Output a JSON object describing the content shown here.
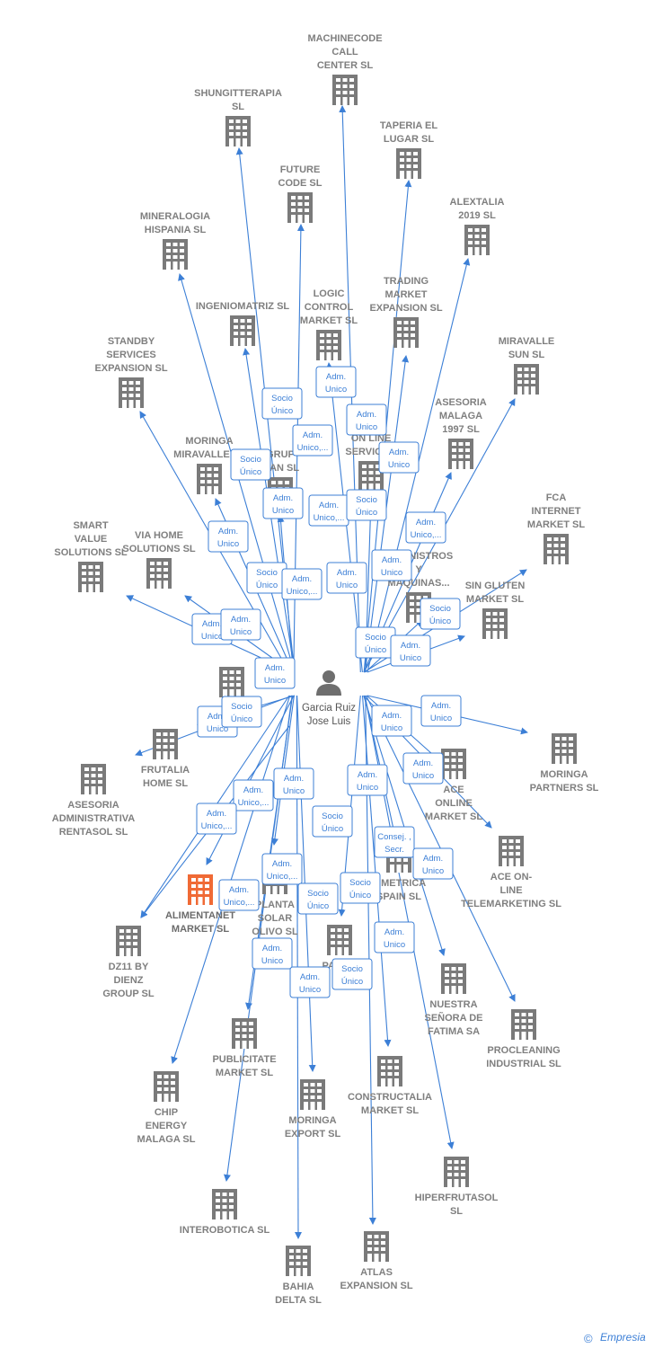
{
  "colors": {
    "edge": "#3c7fd6",
    "building": "#7a7a7a",
    "building_highlight": "#f06a35",
    "person": "#6e6e6e",
    "label": "#7f7f7f"
  },
  "center": {
    "name": [
      "Garcia Ruiz",
      "Jose Luis"
    ],
    "icon": "person-icon"
  },
  "companies": [
    {
      "id": "machinecode",
      "label": [
        "MACHINECODE",
        "CALL",
        "CENTER  SL"
      ]
    },
    {
      "id": "shungitterapia",
      "label": [
        "SHUNGITTERAPIA",
        "SL"
      ]
    },
    {
      "id": "taperia",
      "label": [
        "TAPERIA EL",
        "LUGAR SL"
      ]
    },
    {
      "id": "future",
      "label": [
        "FUTURE",
        "CODE  SL"
      ]
    },
    {
      "id": "alextalia",
      "label": [
        "ALEXTALIA",
        "2019  SL"
      ]
    },
    {
      "id": "mineralogia",
      "label": [
        "MINERALOGIA",
        "HISPANIA  SL"
      ]
    },
    {
      "id": "ingeniomatriz",
      "label": [
        "INGENIOMATRIZ SL"
      ]
    },
    {
      "id": "logic",
      "label": [
        "LOGIC",
        "CONTROL",
        "MARKET  SL"
      ]
    },
    {
      "id": "trading",
      "label": [
        "TRADING",
        "MARKET",
        "EXPANSION  SL"
      ]
    },
    {
      "id": "standby",
      "label": [
        "STANDBY",
        "SERVICES",
        "EXPANSION SL"
      ]
    },
    {
      "id": "miravallesun",
      "label": [
        "MIRAVALLE",
        "SUN  SL"
      ]
    },
    {
      "id": "asesoriamalaga",
      "label": [
        "ASESORIA",
        "MALAGA",
        "1997  SL"
      ]
    },
    {
      "id": "moringamiravalle",
      "label": [
        "MORINGA",
        "MIRAVALLE  SL"
      ]
    },
    {
      "id": "grupman",
      "label": [
        "GRUP",
        "MAN  SL"
      ]
    },
    {
      "id": "online",
      "label": [
        "ON LINE",
        "SERVICE..."
      ]
    },
    {
      "id": "fca",
      "label": [
        "FCA",
        "INTERNET",
        "MARKET  SL"
      ]
    },
    {
      "id": "smartvalue",
      "label": [
        "SMART",
        "VALUE",
        "SOLUTIONS SL"
      ]
    },
    {
      "id": "viahome",
      "label": [
        "VIA HOME",
        "SOLUTIONS SL"
      ]
    },
    {
      "id": "suministros",
      "label": [
        "SUMINISTROS",
        "Y",
        "MAQUINAS..."
      ]
    },
    {
      "id": "singluten",
      "label": [
        "SIN GLUTEN",
        "MARKET  SL"
      ]
    },
    {
      "id": "hidden1",
      "label": [
        "E...",
        "..."
      ]
    },
    {
      "id": "frutalia",
      "label": [
        "FRUTALIA",
        "HOME  SL"
      ]
    },
    {
      "id": "asesoriaadmin",
      "label": [
        "ASESORIA",
        "ADMINISTRATIVA",
        "RENTASOL SL"
      ]
    },
    {
      "id": "moringapartners",
      "label": [
        "MORINGA",
        "PARTNERS  SL"
      ]
    },
    {
      "id": "aceonline",
      "label": [
        "ACE",
        "ONLINE",
        "MARKET SL"
      ]
    },
    {
      "id": "aceonline2",
      "label": [
        "ACE ON-",
        "LINE",
        "TELEMARKETING SL"
      ]
    },
    {
      "id": "alimentanet",
      "label": [
        "ALIMENTANET",
        "MARKET  SL"
      ]
    },
    {
      "id": "planta",
      "label": [
        "PLANTA",
        "SOLAR",
        "OLIVO SL"
      ]
    },
    {
      "id": "simetrica",
      "label": [
        "SIMETRICA",
        "SPAIN  SL"
      ]
    },
    {
      "id": "dz11",
      "label": [
        "DZ11 BY",
        "DIENZ",
        "GROUP  SL"
      ]
    },
    {
      "id": "pane",
      "label": [
        "PANE..."
      ]
    },
    {
      "id": "nuestra",
      "label": [
        "NUESTRA",
        "SEÑORA DE",
        "FATIMA SA"
      ]
    },
    {
      "id": "procleaning",
      "label": [
        "PROCLEANING",
        "INDUSTRIAL SL"
      ]
    },
    {
      "id": "publicitate",
      "label": [
        "PUBLICITATE",
        "MARKET  SL"
      ]
    },
    {
      "id": "chip",
      "label": [
        "CHIP",
        "ENERGY",
        "MALAGA  SL"
      ]
    },
    {
      "id": "moringaexport",
      "label": [
        "MORINGA",
        "EXPORT  SL"
      ]
    },
    {
      "id": "constructalia",
      "label": [
        "CONSTRUCTALIA",
        "MARKET  SL"
      ]
    },
    {
      "id": "hiperfrutasol",
      "label": [
        "HIPERFRUTASOL",
        "SL"
      ]
    },
    {
      "id": "interobotica",
      "label": [
        "INTEROBOTICA SL"
      ]
    },
    {
      "id": "atlas",
      "label": [
        "ATLAS",
        "EXPANSION  SL"
      ]
    },
    {
      "id": "bahia",
      "label": [
        "BAHIA",
        "DELTA SL"
      ]
    }
  ],
  "roles": [
    {
      "id": "r1",
      "text": [
        "Adm.",
        "Unico"
      ]
    },
    {
      "id": "r2",
      "text": [
        "Socio",
        "Único"
      ]
    },
    {
      "id": "r3",
      "text": [
        "Adm.",
        "Unico,..."
      ]
    },
    {
      "id": "r4",
      "text": [
        "Adm.",
        "Unico"
      ]
    },
    {
      "id": "r5",
      "text": [
        "Adm.",
        "Unico"
      ]
    },
    {
      "id": "r6",
      "text": [
        "Socio",
        "Único"
      ]
    },
    {
      "id": "r7",
      "text": [
        "Adm.",
        "Unico"
      ]
    },
    {
      "id": "r8",
      "text": [
        "Adm.",
        "Unico,..."
      ]
    },
    {
      "id": "r9",
      "text": [
        "Socio",
        "Único"
      ]
    },
    {
      "id": "r10",
      "text": [
        "Adm.",
        "Unico"
      ]
    },
    {
      "id": "r11",
      "text": [
        "Adm.",
        "Unico,..."
      ]
    },
    {
      "id": "r12",
      "text": [
        "Socio",
        "Único"
      ]
    },
    {
      "id": "r13",
      "text": [
        "Adm.",
        "Unico,..."
      ]
    },
    {
      "id": "r14",
      "text": [
        "Adm.",
        "Unico"
      ]
    },
    {
      "id": "r15",
      "text": [
        "Adm.",
        "Unico"
      ]
    },
    {
      "id": "r16",
      "text": [
        "Adm.",
        "Unico"
      ]
    },
    {
      "id": "r17",
      "text": [
        "Socio",
        "Único"
      ]
    },
    {
      "id": "r18",
      "text": [
        "Adm.",
        "Unico"
      ]
    },
    {
      "id": "r19",
      "text": [
        "Socio",
        "Único"
      ]
    },
    {
      "id": "r20",
      "text": [
        "Adm.",
        "Unico"
      ]
    },
    {
      "id": "r21",
      "text": [
        "Adm.",
        "Unico"
      ]
    },
    {
      "id": "r22",
      "text": [
        "Adm.",
        "Unico"
      ]
    },
    {
      "id": "r23",
      "text": [
        "Socio",
        "Único"
      ]
    },
    {
      "id": "r24",
      "text": [
        "Adm.",
        "Unico"
      ]
    },
    {
      "id": "r25",
      "text": [
        "Adm.",
        "Unico"
      ]
    },
    {
      "id": "r26",
      "text": [
        "Adm.",
        "Unico"
      ]
    },
    {
      "id": "r27",
      "text": [
        "Adm.",
        "Unico,..."
      ]
    },
    {
      "id": "r28",
      "text": [
        "Adm.",
        "Unico"
      ]
    },
    {
      "id": "r29",
      "text": [
        "Adm.",
        "Unico,..."
      ]
    },
    {
      "id": "r30",
      "text": [
        "Socio",
        "Único"
      ]
    },
    {
      "id": "r31",
      "text": [
        "Adm.",
        "Unico"
      ]
    },
    {
      "id": "r32",
      "text": [
        "Consej. ,",
        "Secr."
      ]
    },
    {
      "id": "r33",
      "text": [
        "Adm.",
        "Unico"
      ]
    },
    {
      "id": "r34",
      "text": [
        "Adm.",
        "Unico,..."
      ]
    },
    {
      "id": "r35",
      "text": [
        "Adm.",
        "Unico,..."
      ]
    },
    {
      "id": "r36",
      "text": [
        "Socio",
        "Único"
      ]
    },
    {
      "id": "r37",
      "text": [
        "Socio",
        "Único"
      ]
    },
    {
      "id": "r38",
      "text": [
        "Adm.",
        "Unico"
      ]
    },
    {
      "id": "r39",
      "text": [
        "Adm.",
        "Unico"
      ]
    },
    {
      "id": "r40",
      "text": [
        "Adm.",
        "Unico"
      ]
    },
    {
      "id": "r41",
      "text": [
        "Socio",
        "Único"
      ]
    }
  ],
  "footer": {
    "copyright": "©",
    "brand": "Empresia"
  }
}
